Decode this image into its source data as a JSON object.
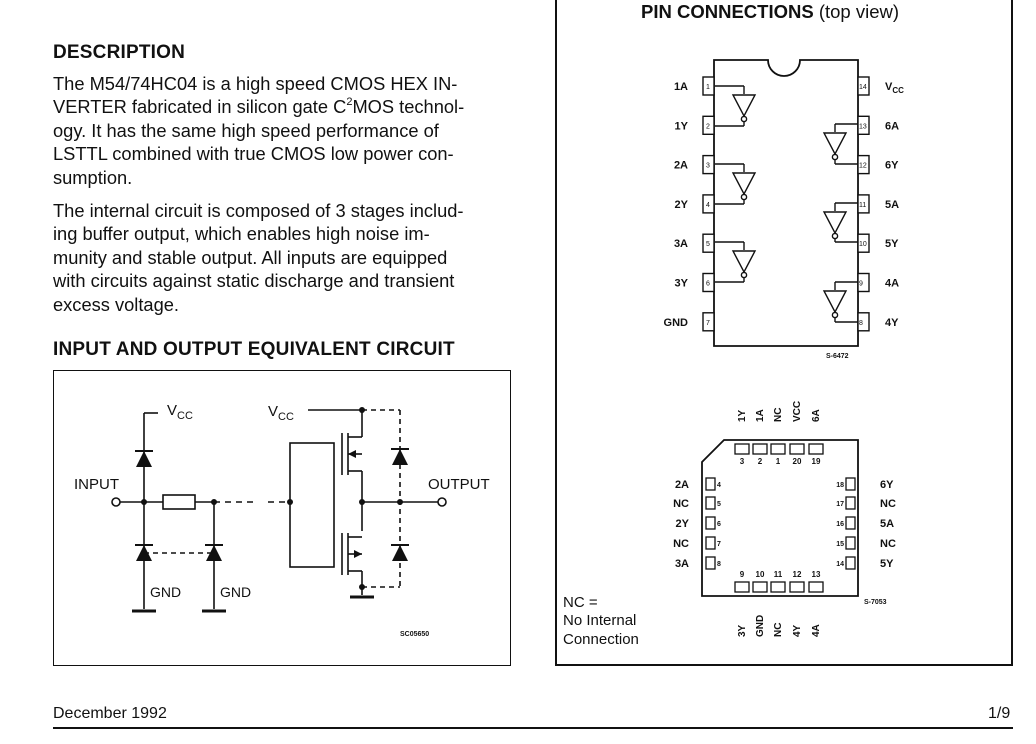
{
  "description": {
    "heading": "DESCRIPTION",
    "para1_lines": [
      "The M54/74HC04 is a high speed CMOS HEX IN-",
      "VERTER fabricated in silicon gate C",
      "ogy. It has the same high speed performance of",
      "LSTTL combined with true CMOS low power con-",
      "sumption."
    ],
    "para1_sup": "2",
    "para1_line2_tail": "MOS technol-",
    "para2_lines": [
      "The internal circuit is composed of 3 stages includ-",
      "ing buffer output, which enables high noise im-",
      "munity and stable output. All inputs are equipped",
      "with circuits against static discharge and transient",
      "excess voltage."
    ]
  },
  "io_circuit": {
    "heading": "INPUT AND OUTPUT EQUIVALENT CIRCUIT",
    "vcc_left": "V",
    "vcc_left_sub": "CC",
    "vcc_right": "V",
    "vcc_right_sub": "CC",
    "input_label": "INPUT",
    "output_label": "OUTPUT",
    "gnd1": "GND",
    "gnd2": "GND",
    "code": "SC05650"
  },
  "pin_connections": {
    "heading_bold": "PIN CONNECTIONS",
    "heading_normal": "(top view)",
    "dip": {
      "left_labels": [
        "1A",
        "1Y",
        "2A",
        "2Y",
        "3A",
        "3Y",
        "GND"
      ],
      "right_labels": [
        "V",
        "6A",
        "6Y",
        "5A",
        "5Y",
        "4A",
        "4Y"
      ],
      "vcc_sub": "CC",
      "left_numbers": [
        "1",
        "2",
        "3",
        "4",
        "5",
        "6",
        "7"
      ],
      "right_numbers": [
        "14",
        "13",
        "12",
        "11",
        "10",
        "9",
        "8"
      ],
      "code": "S-6472"
    },
    "plcc": {
      "top_labels": [
        "1Y",
        "1A",
        "NC",
        "VCC",
        "6A"
      ],
      "top_numbers": [
        "3",
        "2",
        "1",
        "20",
        "19"
      ],
      "left_labels": [
        "2A",
        "NC",
        "2Y",
        "NC",
        "3A"
      ],
      "left_numbers": [
        "4",
        "5",
        "6",
        "7",
        "8"
      ],
      "right_labels": [
        "6Y",
        "NC",
        "5A",
        "NC",
        "5Y"
      ],
      "right_numbers": [
        "18",
        "17",
        "16",
        "15",
        "14"
      ],
      "bottom_numbers": [
        "9",
        "10",
        "11",
        "12",
        "13"
      ],
      "bottom_labels": [
        "3Y",
        "GND",
        "NC",
        "4Y",
        "4A"
      ],
      "code": "S-7053"
    },
    "nc_note": [
      "NC =",
      "No Internal",
      "Connection"
    ]
  },
  "footer": {
    "date": "December 1992",
    "page": "1/9"
  }
}
